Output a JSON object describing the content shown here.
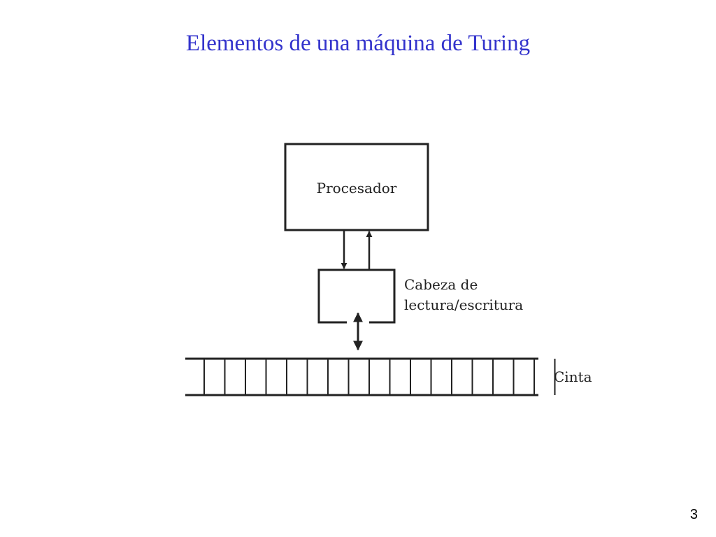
{
  "slide": {
    "title": "Elementos de una máquina de Turing",
    "page_number": "3"
  },
  "diagram": {
    "processor_label": "Procesador",
    "head_label_line1": "Cabeza de",
    "head_label_line2": "lectura/escritura",
    "tape_label": "Cinta",
    "tape_cells": 17,
    "colors": {
      "title": "#3333cc",
      "stroke": "#222222"
    }
  }
}
